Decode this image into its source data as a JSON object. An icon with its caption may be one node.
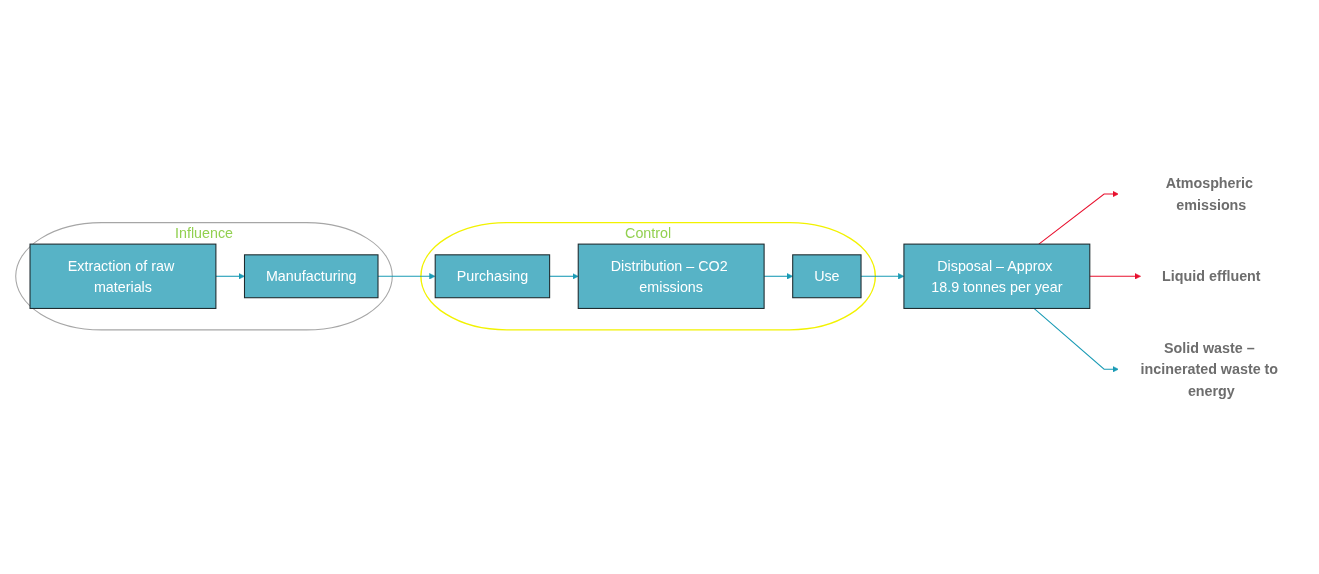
{
  "diagram": {
    "nodes": [
      {
        "text": [
          "Influence"
        ]
      },
      {
        "text": [
          "Extraction of raw materials"
        ],
        "in": 0
      },
      {
        "text": [
          "Manufacturing"
        ],
        "in": 0
      },
      {
        "text": [
          "Control"
        ]
      },
      {
        "text": [
          "Purchasing"
        ],
        "in": 3
      },
      {
        "text": [
          "Distribution – CO2 emissions"
        ],
        "in": 3
      },
      {
        "text": [
          "Use"
        ],
        "in": 3
      },
      {
        "text": [
          "Disposal – Approx 18.9 tonnes per year"
        ]
      },
      {
        "text": [
          "Atmospheric emissions"
        ]
      },
      {
        "text": [
          "Liquid effluent"
        ]
      },
      {
        "text": [
          "Solid waste – incinerated waste to energy"
        ]
      }
    ],
    "edges": [
      {
        "from": 1,
        "to": 2,
        "arrow": "to"
      },
      {
        "from": 2,
        "to": 4,
        "arrow": "to"
      },
      {
        "from": 4,
        "to": 5,
        "arrow": "to"
      },
      {
        "from": 5,
        "to": 6,
        "arrow": "to"
      },
      {
        "from": 6,
        "to": 7,
        "arrow": "to"
      },
      {
        "from": 7,
        "to": 8,
        "arrow": "to",
        "color": "#e8102e"
      },
      {
        "from": 7,
        "to": 9,
        "arrow": "to",
        "color": "#e8102e"
      },
      {
        "from": 7,
        "to": 10,
        "arrow": "to"
      }
    ]
  }
}
